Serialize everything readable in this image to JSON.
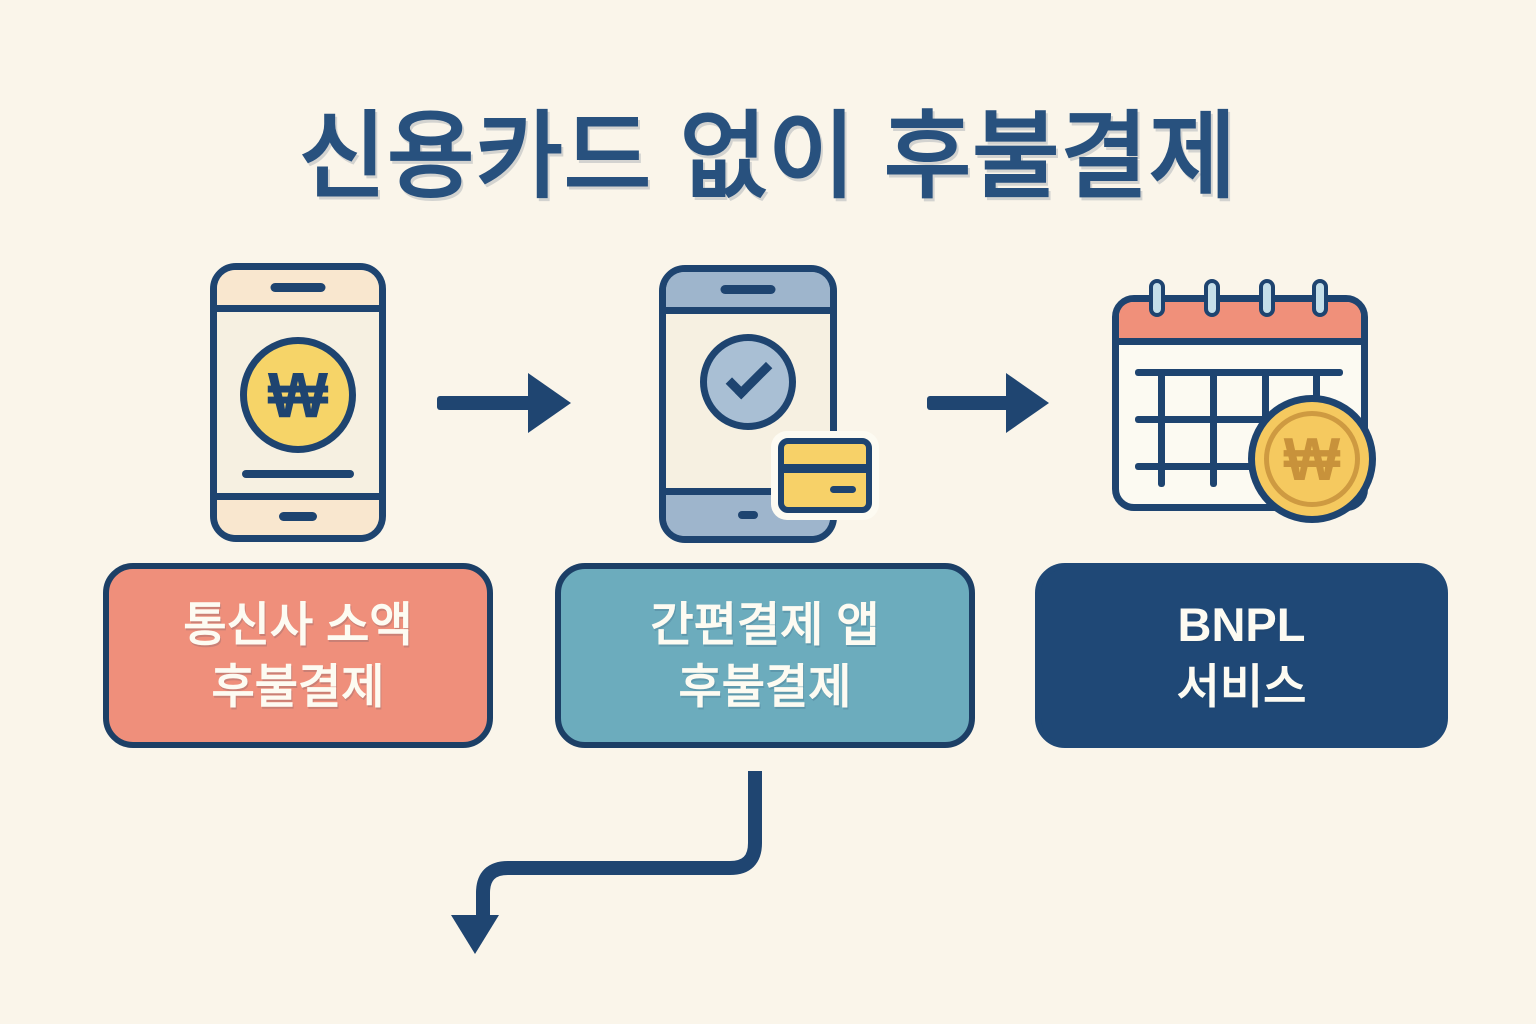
{
  "title": "신용카드 없이 후불결제",
  "won_symbol": "₩",
  "colors": {
    "background": "#FAF5EA",
    "navy_outline": "#1E4470",
    "title_navy": "#28517E",
    "salmon": "#EF8F7B",
    "teal": "#6CACBD",
    "dark_navy_box": "#1F4876",
    "yellow_circle": "#F6D468",
    "card_yellow": "#F7D168",
    "coin_gold": "#F5C95F",
    "coin_symbol_gold": "#C8923B",
    "phone1_band_peach": "#F9E7CF",
    "phone_screen_cream": "#F6F0E1",
    "phone2_band_bluegray": "#9EB5CC",
    "check_circle_blue": "#A9BFD4",
    "calendar_header_salmon": "#F0907A",
    "ring_light_blue": "#C5DFE9",
    "text_white": "#FDFBF2"
  },
  "steps": [
    {
      "id": "carrier-micropayment",
      "icon": "phone-won-icon",
      "label_line1": "통신사 소액",
      "label_line2": "후불결제"
    },
    {
      "id": "easy-pay-app",
      "icon": "phone-check-card-icon",
      "label_line1": "간편결제 앱",
      "label_line2": "후불결제"
    },
    {
      "id": "bnpl-service",
      "icon": "calendar-coin-icon",
      "label_line1": "BNPL",
      "label_line2": "서비스"
    }
  ]
}
